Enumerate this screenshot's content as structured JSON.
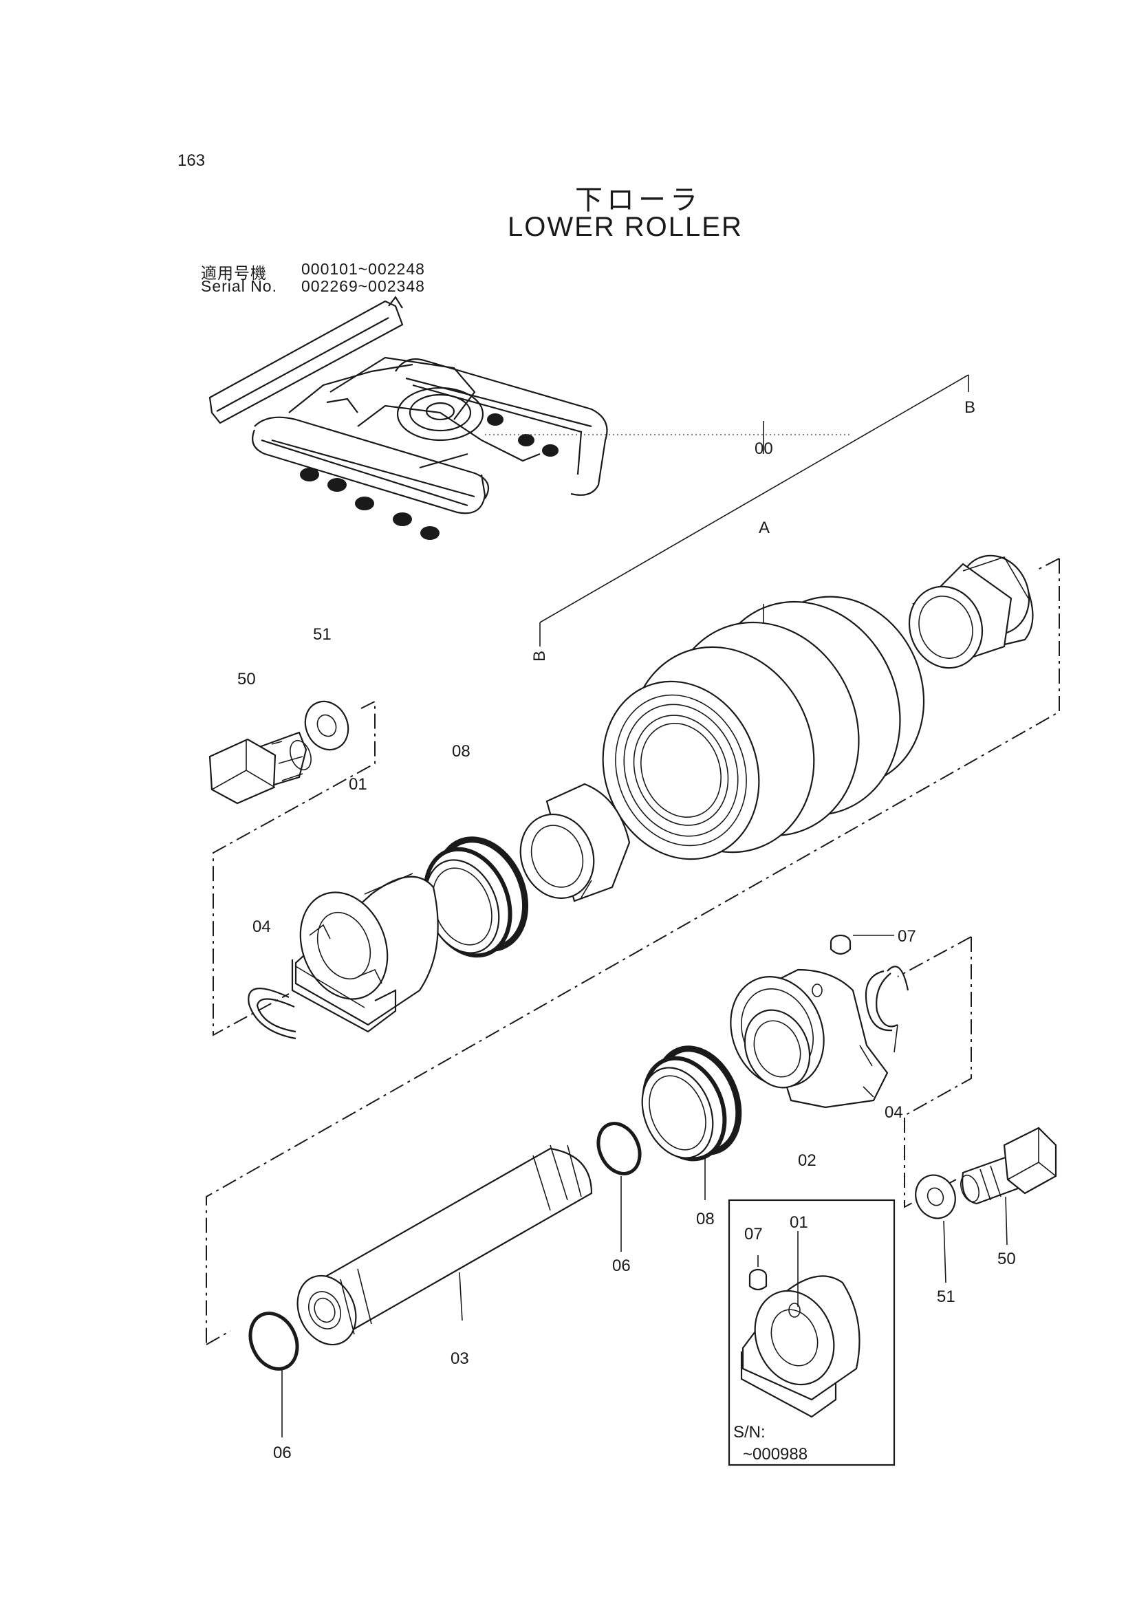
{
  "page_number": "163",
  "title": {
    "japanese": "下ローラ",
    "english": "LOWER ROLLER"
  },
  "serial": {
    "label_jp": "適用号機",
    "label_en": "Serial No.",
    "ranges": [
      "000101~002248",
      "002269~002348"
    ]
  },
  "callouts": {
    "assembly": "00",
    "roller": "A",
    "bushing_left": "B",
    "bushing_right": "B",
    "collar_left": "01",
    "collar_right": "02",
    "shaft": "03",
    "retaining_ring_left": "04",
    "retaining_ring_right": "04",
    "o_ring_left": "06",
    "o_ring_right": "06",
    "plug": "07",
    "floating_seal_left": "08",
    "floating_seal_right": "08",
    "bolt_left": "50",
    "bolt_right": "50",
    "washer_left": "51",
    "washer_right": "51"
  },
  "inset": {
    "plug": "07",
    "collar": "01",
    "sn_label": "S/N:",
    "sn_range": "~000988"
  }
}
